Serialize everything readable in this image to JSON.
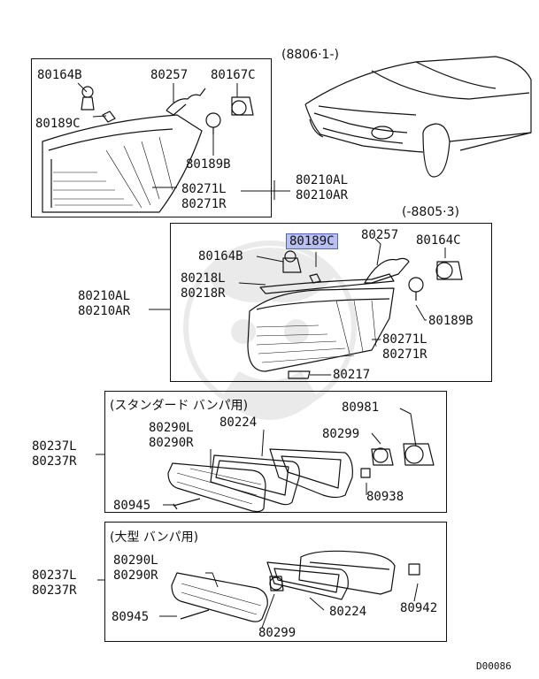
{
  "diagram": {
    "code": "D00086",
    "section_top": {
      "period": "(8806·1-)"
    },
    "section_mid": {
      "period": "(-8805·3)"
    },
    "section_standard": {
      "title": "(スタンダード バンパ用)"
    },
    "section_large": {
      "title": "(大型 バンパ用)"
    },
    "labels": {
      "t_80164B": "80164B",
      "t_80257": "80257",
      "t_80167C": "80167C",
      "t_80189C": "80189C",
      "t_80189B": "80189B",
      "t_80271L": "80271L",
      "t_80271R": "80271R",
      "t_80210AL": "80210AL",
      "t_80210AR": "80210AR",
      "m_80189C": "80189C",
      "m_80257": "80257",
      "m_80164C": "80164C",
      "m_80164B": "80164B",
      "m_80218L": "80218L",
      "m_80218R": "80218R",
      "m_80189B": "80189B",
      "m_80210AL": "80210AL",
      "m_80210AR": "80210AR",
      "m_80271L": "80271L",
      "m_80271R": "80271R",
      "m_80217": "80217",
      "s_80981": "80981",
      "s_80290L": "80290L",
      "s_80290R": "80290R",
      "s_80224": "80224",
      "s_80299": "80299",
      "s_80237L": "80237L",
      "s_80237R": "80237R",
      "s_80938": "80938",
      "s_80945": "80945",
      "l_80290L": "80290L",
      "l_80290R": "80290R",
      "l_80237L": "80237L",
      "l_80237R": "80237R",
      "l_80942": "80942",
      "l_80945": "80945",
      "l_80224": "80224",
      "l_80299": "80299"
    }
  },
  "colors": {
    "highlight_fill": "#b9bff0",
    "highlight_border": "#5560c8",
    "ink": "#111111"
  }
}
